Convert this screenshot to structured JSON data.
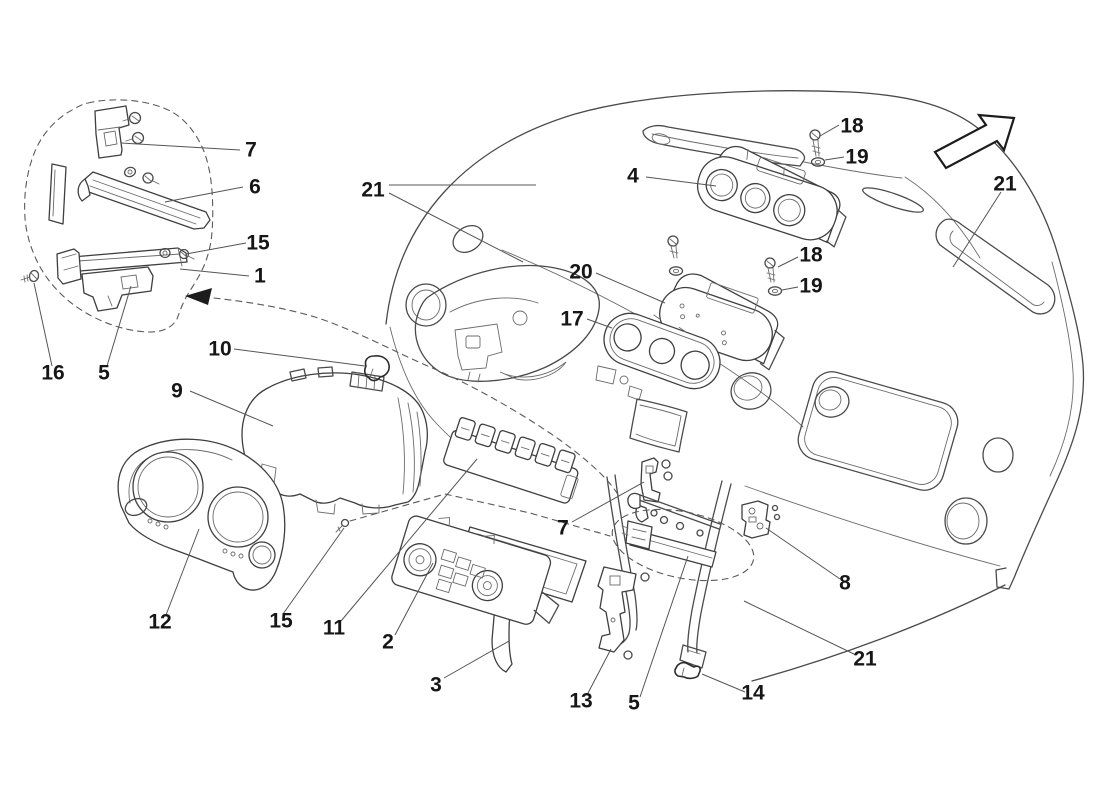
{
  "diagram": {
    "kind": "exploded-parts-diagram",
    "background": "#ffffff",
    "line_color": "#4a4a4a",
    "label_color": "#161616"
  },
  "callouts": [
    {
      "label": "7"
    },
    {
      "label": "6"
    },
    {
      "label": "15"
    },
    {
      "label": "1"
    },
    {
      "label": "21"
    },
    {
      "label": "16"
    },
    {
      "label": "5"
    },
    {
      "label": "10"
    },
    {
      "label": "9"
    },
    {
      "label": "12"
    },
    {
      "label": "15"
    },
    {
      "label": "11"
    },
    {
      "label": "2"
    },
    {
      "label": "3"
    },
    {
      "label": "4"
    },
    {
      "label": "18"
    },
    {
      "label": "19"
    },
    {
      "label": "20"
    },
    {
      "label": "17"
    },
    {
      "label": "18"
    },
    {
      "label": "19"
    },
    {
      "label": "21"
    },
    {
      "label": "7"
    },
    {
      "label": "8"
    },
    {
      "label": "13"
    },
    {
      "label": "5"
    },
    {
      "label": "14"
    },
    {
      "label": "21"
    }
  ]
}
